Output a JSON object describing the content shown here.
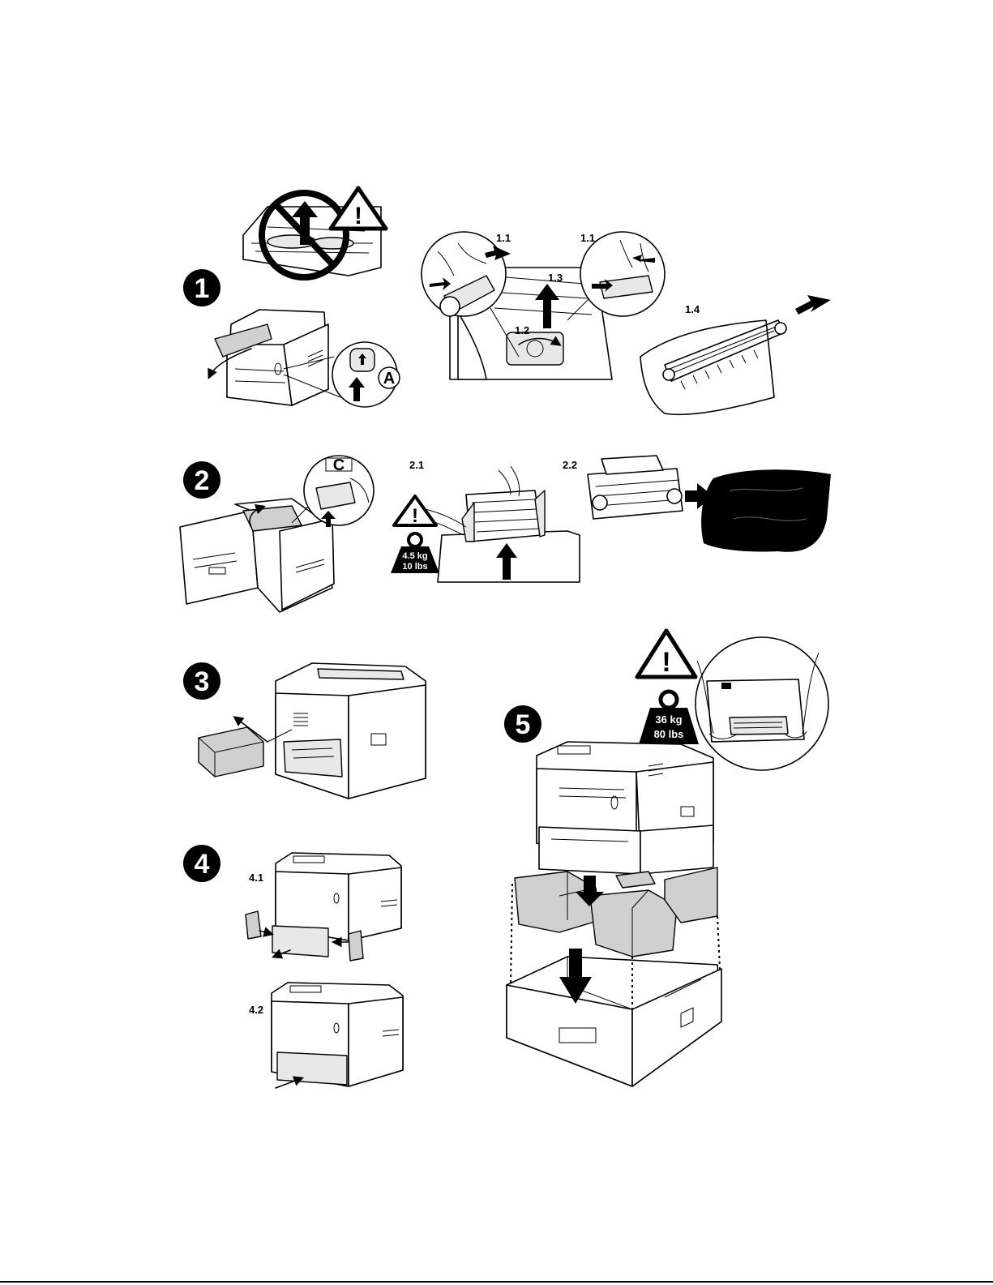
{
  "steps": {
    "s1": "1",
    "s2": "2",
    "s3": "3",
    "s4": "4",
    "s5": "5"
  },
  "substeps": {
    "s1_1a": "1.1",
    "s1_1b": "1.1",
    "s1_2": "1.2",
    "s1_3": "1.3",
    "s1_4": "1.4",
    "s2_1": "2.1",
    "s2_2": "2.2",
    "s4_1": "4.1",
    "s4_2": "4.2"
  },
  "callouts": {
    "latch_a": "A",
    "latch_c": "C"
  },
  "warnings": {
    "drum_weight_kg": "4.5 kg",
    "drum_weight_lbs": "10 lbs",
    "printer_weight_kg": "36 kg",
    "printer_weight_lbs": "80 lbs"
  },
  "icons": {
    "step_badge": "black-circle-number",
    "caution": "warning-triangle-icon",
    "weight": "weight-icon",
    "prohibited": "no-lift-icon",
    "arrow": "black-arrow-icon"
  },
  "colors": {
    "ink": "#000000",
    "paper": "#ffffff",
    "packing_foam": "#d0d0d0"
  }
}
